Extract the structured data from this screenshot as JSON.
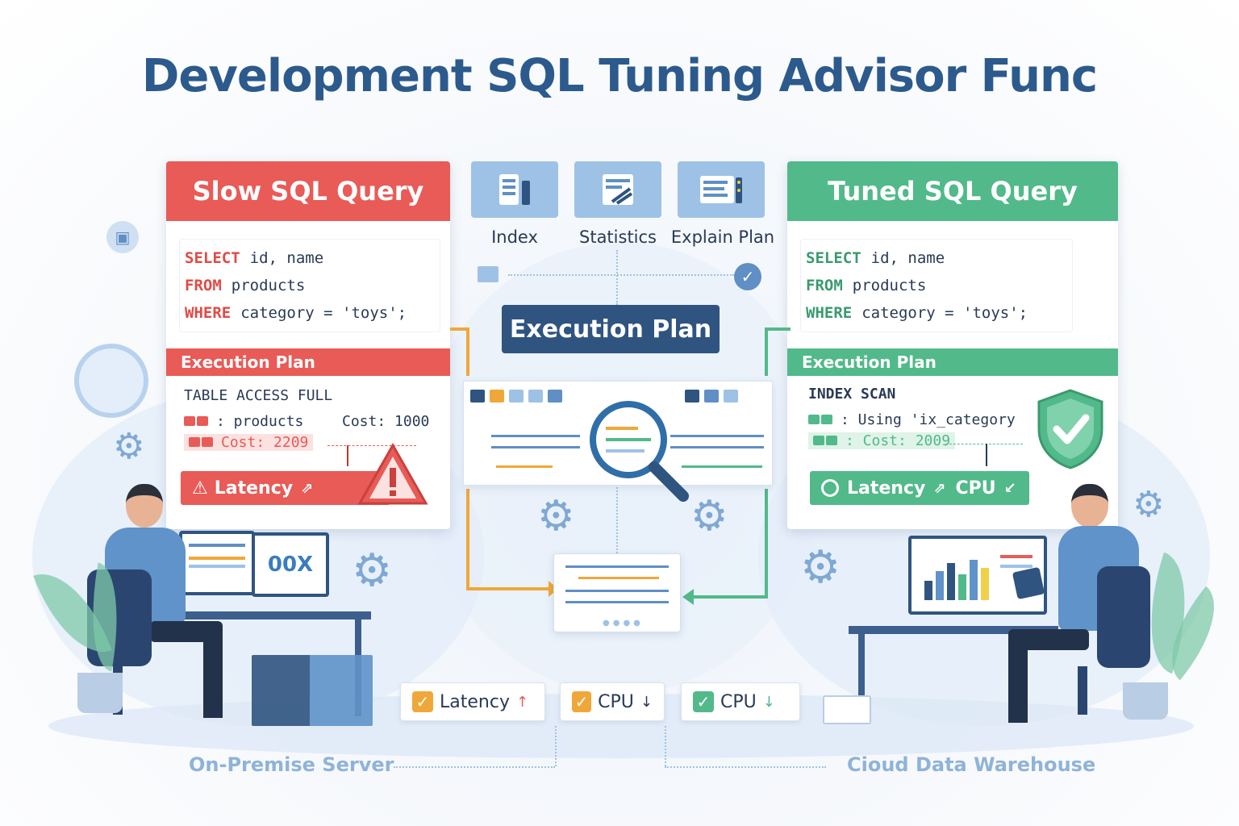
{
  "title": "Development SQL Tuning Advisor Func",
  "colors": {
    "slow": "#e85b57",
    "tuned": "#52b98a",
    "navy": "#2f5480",
    "accent_blue": "#9ec2e6",
    "orange": "#f0a73a"
  },
  "slow_panel": {
    "header": "Slow SQL Query",
    "code": [
      {
        "keyword": "SELECT",
        "text": "id, name"
      },
      {
        "keyword": "FROM",
        "text": "products"
      },
      {
        "keyword": "WHERE",
        "text": "category = 'toys';"
      }
    ],
    "plan_title": "Execution Plan",
    "plan_op": "TABLE  ACCESS  FULL",
    "row1_text": ": products",
    "row1_cost": "Cost: 1000",
    "row2_text": "Cost: 2209",
    "latency_label": "Latency",
    "latency_arrow": "⇗",
    "warning_icon": "warning-triangle-icon"
  },
  "tuned_panel": {
    "header": "Tuned SQL Query",
    "code": [
      {
        "keyword": "SELECT",
        "text": "id, name"
      },
      {
        "keyword": "FROM",
        "text": "products"
      },
      {
        "keyword": "WHERE",
        "text": "category = 'toys';"
      }
    ],
    "plan_title": "Execution Plan",
    "plan_op": "INDEX  SCAN",
    "row1_text": ": Using 'ix_category",
    "row2_text": ": Cost: 2009",
    "latency_label": "Latency",
    "latency_arrow": "⇗",
    "cpu_label": "CPU",
    "cpu_arrow": "↙",
    "shield_icon": "shield-check-icon"
  },
  "tools": [
    {
      "label": "Index",
      "icon": "index-icon"
    },
    {
      "label": "Statistics",
      "icon": "statistics-icon"
    },
    {
      "label": "Explain Plan",
      "icon": "explain-plan-icon"
    }
  ],
  "execution_plan_badge": "Execution Plan",
  "metrics": [
    {
      "label": "Latency",
      "arrow": "↑",
      "icon": "check-icon",
      "color": "#f0a73a"
    },
    {
      "label": "CPU",
      "arrow": "↓",
      "icon": "check-icon",
      "color": "#f0a73a"
    },
    {
      "label": "CPU",
      "arrow": "↓",
      "icon": "check-icon",
      "color": "#52b98a"
    }
  ],
  "left_monitor_text": "00X",
  "footer": {
    "left": "On-Premise Server",
    "right": "Cioud Data Warehouse"
  }
}
